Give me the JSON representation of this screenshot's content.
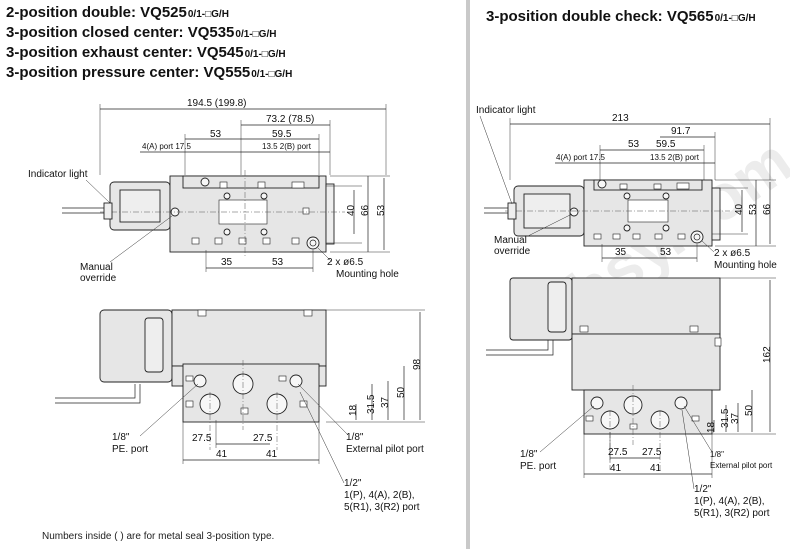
{
  "titles": {
    "line1": "2-position double: VQ525",
    "line2": "3-position closed center: VQ535",
    "line3": "3-position exhaust center: VQ545",
    "line4": "3-position pressure center: VQ555",
    "right": "3-position double check: VQ565",
    "suffix": "0/1-□G/H"
  },
  "note": "Numbers inside ( ) are for metal seal 3-position type.",
  "left": {
    "top_dims": {
      "overall": "194.5 (199.8)",
      "d73": "73.2 (78.5)",
      "d53": "53",
      "d59": "59.5",
      "port4a": "4(A) port 17.5",
      "port2b": "13.5 2(B) port",
      "h40": "40",
      "h66": "66",
      "h53": "53",
      "b35": "35",
      "b53": "53",
      "holes": "2 x ø6.5",
      "mounting": "Mounting hole"
    },
    "labels": {
      "indicator": "Indicator light",
      "manual1": "Manual",
      "manual2": "override"
    },
    "side_dims": {
      "h98": "98",
      "h50": "50",
      "h37": "37",
      "h31": "31.5",
      "h18": "18",
      "w27a": "27.5",
      "w27b": "27.5",
      "w41a": "41",
      "w41b": "41"
    },
    "ports": {
      "pe1": "1/8\"",
      "pe2": "PE. port",
      "ext1": "1/8\"",
      "ext2": "External pilot port",
      "main1": "1/2\"",
      "main2": "1(P), 4(A), 2(B),",
      "main3": "5(R1), 3(R2) port"
    }
  },
  "right": {
    "top_dims": {
      "overall": "213",
      "d91": "91.7",
      "d53": "53",
      "d59": "59.5",
      "port4a": "4(A) port 17.5",
      "port2b": "13.5 2(B) port",
      "h40": "40",
      "h66": "66",
      "h53": "53",
      "b35": "35",
      "b53": "53",
      "holes": "2 x ø6.5",
      "mounting": "Mounting hole"
    },
    "labels": {
      "indicator": "Indicator light",
      "manual1": "Manual",
      "manual2": "override"
    },
    "side_dims": {
      "h162": "162",
      "h50": "50",
      "h37": "37",
      "h31": "31.5",
      "h18": "18",
      "w27a": "27.5",
      "w27b": "27.5",
      "w41a": "41",
      "w41b": "41"
    },
    "ports": {
      "pe1": "1/8\"",
      "pe2": "PE. port",
      "ext1": "1/8\"",
      "ext2": "External pilot port",
      "main1": "1/2\"",
      "main2": "1(P), 4(A), 2(B),",
      "main3": "5(R1), 3(R2) port"
    }
  }
}
